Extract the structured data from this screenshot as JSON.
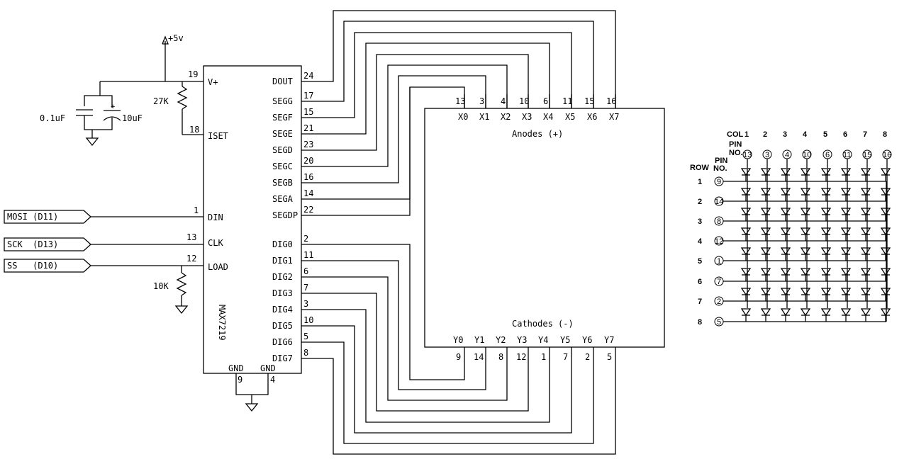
{
  "chip": {
    "name": "MAX7219",
    "left_pins": [
      {
        "num": "19",
        "name": "V+"
      },
      {
        "num": "18",
        "name": "ISET"
      },
      {
        "num": "1",
        "name": "DIN"
      },
      {
        "num": "13",
        "name": "CLK"
      },
      {
        "num": "12",
        "name": "LOAD"
      }
    ],
    "right_pins": [
      {
        "num": "24",
        "name": "DOUT"
      },
      {
        "num": "17",
        "name": "SEGG"
      },
      {
        "num": "15",
        "name": "SEGF"
      },
      {
        "num": "21",
        "name": "SEGE"
      },
      {
        "num": "23",
        "name": "SEGD"
      },
      {
        "num": "20",
        "name": "SEGC"
      },
      {
        "num": "16",
        "name": "SEGB"
      },
      {
        "num": "14",
        "name": "SEGA"
      },
      {
        "num": "22",
        "name": "SEGDP"
      },
      {
        "num": "2",
        "name": "DIG0"
      },
      {
        "num": "11",
        "name": "DIG1"
      },
      {
        "num": "6",
        "name": "DIG2"
      },
      {
        "num": "7",
        "name": "DIG3"
      },
      {
        "num": "3",
        "name": "DIG4"
      },
      {
        "num": "10",
        "name": "DIG5"
      },
      {
        "num": "5",
        "name": "DIG6"
      },
      {
        "num": "8",
        "name": "DIG7"
      }
    ],
    "gnd_pins": [
      {
        "num": "9",
        "name": "GND"
      },
      {
        "num": "4",
        "name": "GND"
      }
    ]
  },
  "power": {
    "label": "+5v"
  },
  "components": {
    "c1": "0.1uF",
    "c2": "10uF",
    "r_iset": "27K",
    "r_load": "10K"
  },
  "inputs": [
    {
      "label": "MOSI (D11)"
    },
    {
      "label": "SCK  (D13)"
    },
    {
      "label": "SS   (D10)"
    }
  ],
  "matrix": {
    "anodes_label": "Anodes (+)",
    "cathodes_label": "Cathodes (-)",
    "x_labels": [
      "X0",
      "X1",
      "X2",
      "X3",
      "X4",
      "X5",
      "X6",
      "X7"
    ],
    "x_pins": [
      "13",
      "3",
      "4",
      "10",
      "6",
      "11",
      "15",
      "16"
    ],
    "y_labels": [
      "Y0",
      "Y1",
      "Y2",
      "Y3",
      "Y4",
      "Y5",
      "Y6",
      "Y7"
    ],
    "y_pins": [
      "9",
      "14",
      "8",
      "12",
      "1",
      "7",
      "2",
      "5"
    ]
  },
  "led_diagram": {
    "col_header": "COL",
    "pin_no_col": "PIN\nNO.",
    "row_header": "ROW",
    "pin_no_row": "PIN\nNO.",
    "cols": [
      "1",
      "2",
      "3",
      "4",
      "5",
      "6",
      "7",
      "8"
    ],
    "col_pins": [
      "13",
      "3",
      "4",
      "10",
      "6",
      "11",
      "15",
      "16"
    ],
    "rows": [
      "1",
      "2",
      "3",
      "4",
      "5",
      "6",
      "7",
      "8"
    ],
    "row_pins": [
      "9",
      "14",
      "8",
      "12",
      "1",
      "7",
      "2",
      "5"
    ]
  }
}
